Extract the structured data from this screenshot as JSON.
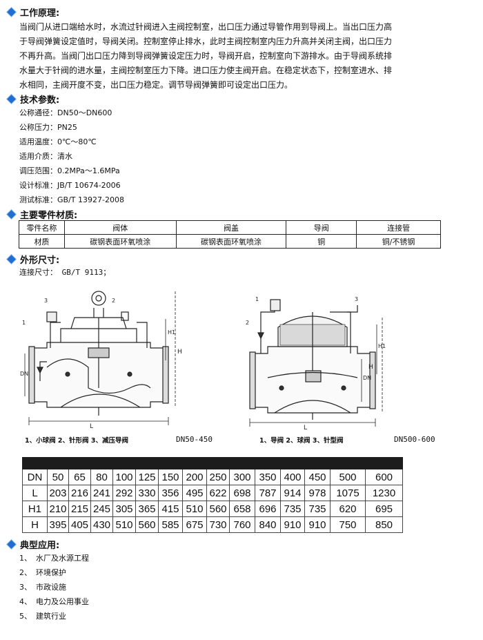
{
  "sections": {
    "principle": "工作原理:",
    "tech": "技术参数:",
    "materials": "主要零件材质:",
    "dimensions": "外形尺寸:",
    "applications": "典型应用:"
  },
  "principle_text": [
    "当阀门从进口端给水时，水流过针阀进入主阀控制室，出口压力通过导管作用到导阀上。当出口压力高",
    "于导阀弹簧设定值时，导阀关闭。控制室停止排水，此时主阀控制室内压力升高并关闭主阀，出口压力",
    "不再升高。当阀门出口压力降到导阀弹簧设定压力时，导阀开启，控制室向下游排水。由于导阀系统排",
    "水量大于针阀的进水量，主阀控制室压力下降。进口压力使主阀开启。在稳定状态下，控制室进水、排",
    "水相同，主阀开度不变，出口压力稳定。调节导阀弹簧即可设定出口压力。"
  ],
  "specs": [
    "公称通径：DN50～DN600",
    "公称压力：PN25",
    "适用温度：0℃～80℃",
    "适用介质：清水",
    "调压范围：0.2MPa～1.6MPa",
    "设计标准：JB/T 10674-2006",
    "测试标准：GB/T 13927-2008"
  ],
  "materials_table": {
    "header": [
      "零件名称",
      "阀体",
      "阀盖",
      "导阀",
      "连接管"
    ],
    "row": [
      "材质",
      "碳钢表面环氧喷涂",
      "碳钢表面环氧喷涂",
      "铜",
      "铜/不锈钢"
    ]
  },
  "connection": "连接尺寸： GB/T 9113；",
  "drawings": {
    "left_caption": "1、小球阀  2、针形阀  3、减压导阀",
    "left_range": "DN50-450",
    "right_caption": "1、导阀  2、球阀  3、针型阀",
    "right_range": "DN500-600",
    "labels": {
      "n1": "1",
      "n2": "2",
      "n3": "3",
      "L": "L",
      "H": "H",
      "H1": "H1",
      "DN": "DN"
    }
  },
  "dimension_table": {
    "rows": [
      {
        "label": "DN",
        "values": [
          "50",
          "65",
          "80",
          "100",
          "125",
          "150",
          "200",
          "250",
          "300",
          "350",
          "400",
          "450",
          "500",
          "600"
        ]
      },
      {
        "label": "L",
        "values": [
          "203",
          "216",
          "241",
          "292",
          "330",
          "356",
          "495",
          "622",
          "698",
          "787",
          "914",
          "978",
          "1075",
          "1230"
        ]
      },
      {
        "label": "H1",
        "values": [
          "210",
          "215",
          "245",
          "305",
          "365",
          "415",
          "510",
          "560",
          "658",
          "696",
          "735",
          "735",
          "620",
          "695"
        ]
      },
      {
        "label": "H",
        "values": [
          "395",
          "405",
          "430",
          "510",
          "560",
          "585",
          "675",
          "730",
          "760",
          "840",
          "910",
          "910",
          "750",
          "850"
        ]
      }
    ]
  },
  "applications_list": [
    {
      "num": "1、",
      "text": "水厂及水源工程"
    },
    {
      "num": "2、",
      "text": "环境保护"
    },
    {
      "num": "3、",
      "text": "市政设施"
    },
    {
      "num": "4、",
      "text": "电力及公用事业"
    },
    {
      "num": "5、",
      "text": "建筑行业"
    }
  ],
  "colors": {
    "accent": "#1f6fd1",
    "table_header": "#1c1c1c"
  }
}
